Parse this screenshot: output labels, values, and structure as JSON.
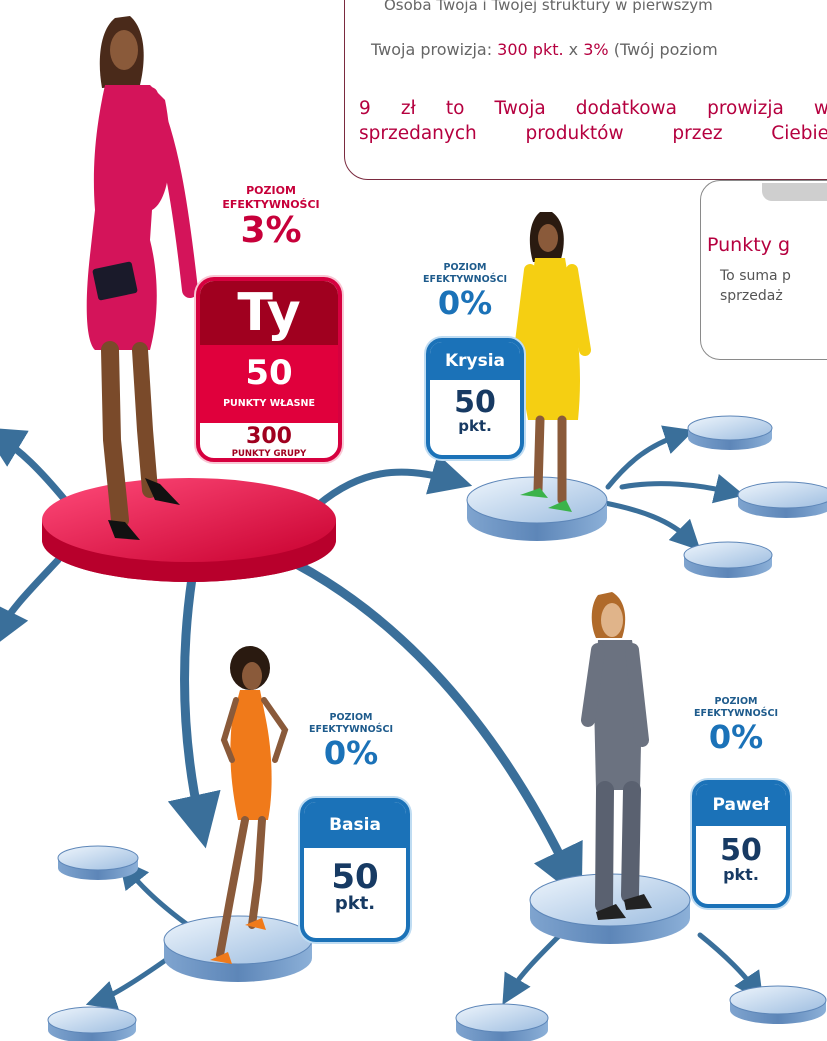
{
  "info": {
    "line_cut": "Osoba Twoja i Twojej struktury w pierwszym",
    "prowizja_label": "Twoja prowizja:",
    "prowizja_points": "300 pkt.",
    "prowizja_x": "x",
    "prowizja_pct": "3%",
    "prowizja_rest": "(Twój poziom",
    "extra_line1": "9 zł to Twoja dodatkowa prowizja w",
    "extra_line2": "sprzedanych produktów przez Ciebie"
  },
  "side_box": {
    "title": "Punkty g",
    "line1": "To suma p",
    "line2": "sprzedaż"
  },
  "level_label_line1": "POZIOM",
  "level_label_line2": "EFEKTYWNOŚCI",
  "you": {
    "level": "3%",
    "name": "Ty",
    "own_points": "50",
    "own_points_label": "PUNKTY WŁASNE",
    "group_points": "300",
    "group_points_label": "PUNKTY GRUPY"
  },
  "people": [
    {
      "name": "Krysia",
      "level": "0%",
      "points": "50",
      "unit": "pkt."
    },
    {
      "name": "Basia",
      "level": "0%",
      "points": "50",
      "unit": "pkt."
    },
    {
      "name": "Paweł",
      "level": "0%",
      "points": "50",
      "unit": "pkt."
    }
  ],
  "colors": {
    "accent_red": "#d6003f",
    "dark_red": "#a0001f",
    "text_red": "#b5003f",
    "blue": "#1b72b8",
    "arrow_blue": "#3a6f9a"
  }
}
